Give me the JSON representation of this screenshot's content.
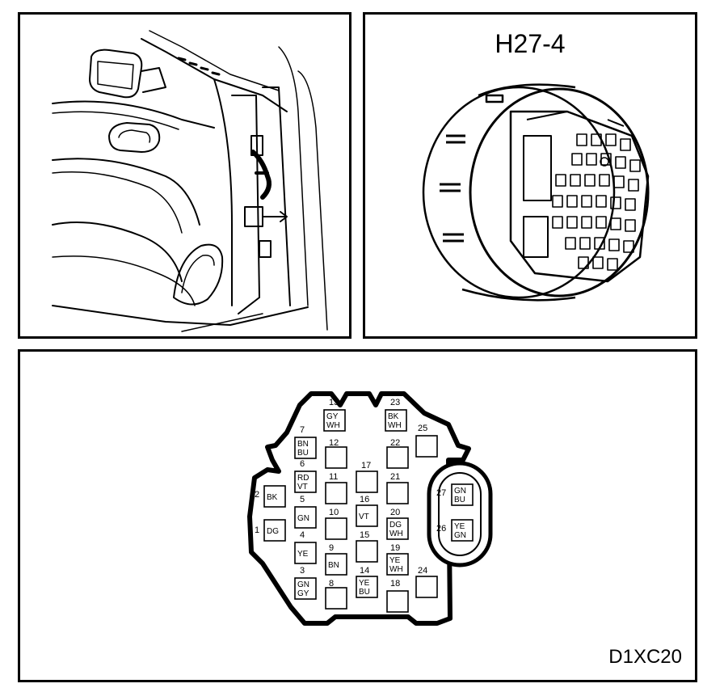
{
  "connector": {
    "title": "H27-4"
  },
  "figure_code": "D1XC20",
  "pins": [
    {
      "num": "1",
      "color": [
        "DG"
      ]
    },
    {
      "num": "2",
      "color": [
        "BK"
      ]
    },
    {
      "num": "3",
      "color": [
        "GN",
        "GY"
      ]
    },
    {
      "num": "4",
      "color": [
        "YE"
      ]
    },
    {
      "num": "5",
      "color": [
        "GN"
      ]
    },
    {
      "num": "6",
      "color": [
        "RD",
        "VT"
      ]
    },
    {
      "num": "7",
      "color": [
        "BN",
        "BU"
      ]
    },
    {
      "num": "8",
      "color": []
    },
    {
      "num": "9",
      "color": [
        "BN"
      ]
    },
    {
      "num": "10",
      "color": []
    },
    {
      "num": "11",
      "color": []
    },
    {
      "num": "12",
      "color": []
    },
    {
      "num": "13",
      "color": [
        "GY",
        "WH"
      ]
    },
    {
      "num": "14",
      "color": [
        "YE",
        "BU"
      ]
    },
    {
      "num": "15",
      "color": []
    },
    {
      "num": "16",
      "color": [
        "VT"
      ]
    },
    {
      "num": "17",
      "color": []
    },
    {
      "num": "18",
      "color": []
    },
    {
      "num": "19",
      "color": [
        "YE",
        "WH"
      ]
    },
    {
      "num": "20",
      "color": [
        "DG",
        "WH"
      ]
    },
    {
      "num": "21",
      "color": []
    },
    {
      "num": "22",
      "color": []
    },
    {
      "num": "23",
      "color": [
        "BK",
        "WH"
      ]
    },
    {
      "num": "24",
      "color": []
    },
    {
      "num": "25",
      "color": []
    },
    {
      "num": "26",
      "color": [
        "YE",
        "GN"
      ]
    },
    {
      "num": "27",
      "color": [
        "GN",
        "BU"
      ]
    }
  ]
}
